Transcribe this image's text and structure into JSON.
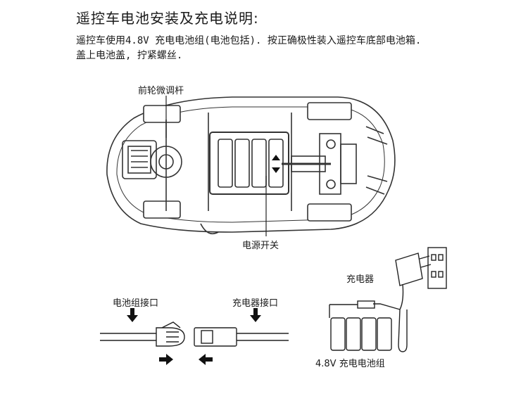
{
  "title": "遥控车电池安装及充电说明:",
  "description": [
    "遥控车使用4.8V 充电电池组(电池包括). 按正确极性装入遥控车底部电池箱.",
    "盖上电池盖, 拧紧螺丝."
  ],
  "labels": {
    "front_wheel_trim": "前轮微调杆",
    "power_switch": "电源开关",
    "charger": "充电器",
    "battery_pack_connector": "电池组接口",
    "charger_connector": "充电器接口",
    "battery_pack": "4.8V 充电电池组"
  }
}
